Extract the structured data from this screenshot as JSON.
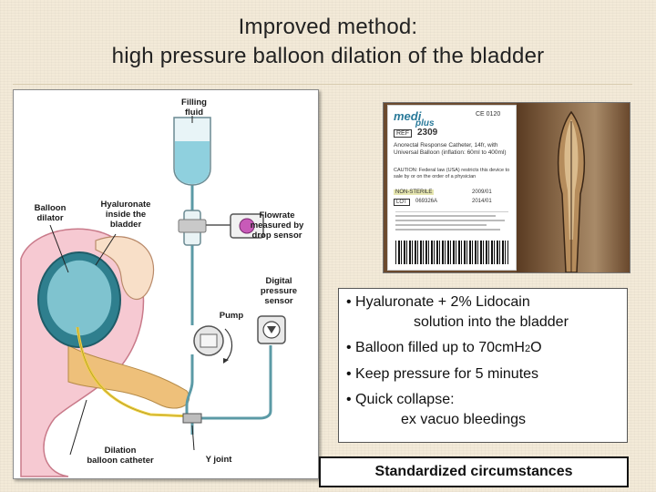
{
  "title": {
    "line1": "Improved method:",
    "line2": "high pressure balloon dilation of the bladder"
  },
  "diagram": {
    "labels": {
      "filling_fluid": "Filling\nfluid",
      "balloon_dilator": "Balloon\ndilator",
      "hyaluronate": "Hyaluronate\ninside the\nbladder",
      "flowrate": "Flowrate\nmeasured by\ndrop sensor",
      "digital_pressure": "Digital\npressure\nsensor",
      "pump": "Pump",
      "dilation_catheter": "Dilation\nballoon catheter",
      "y_joint": "Y joint"
    },
    "colors": {
      "tube": "#5b9aa6",
      "fluid": "#b9e3ec",
      "anatomy_pink": "#f2b9c4",
      "bladder_blue": "#4c9aa8",
      "catheter_yellow": "#f0d040"
    }
  },
  "product_label": {
    "brand_line1": "medi",
    "brand_line2": "plus",
    "ce_mark": "CE 0120",
    "ref_label": "REF",
    "ref_number": "2309",
    "description": "Anorectal Response Catheter, 14fr, with Universal Balloon (inflation: 60ml to 400ml)",
    "caution": "CAUTION: Federal law (USA) restricts this device to sale by or on the order of a physician",
    "non_sterile": "NON-STERILE",
    "lot_label": "LOT",
    "lot_number": "069326A",
    "date1": "2009/01",
    "date2": "2014/01"
  },
  "bullets": {
    "b1_line1": "• Hyaluronate + 2% Lidocain",
    "b1_line2": "solution into the bladder",
    "b2_text": "• Balloon filled up to 70cmH",
    "b2_sub": "2",
    "b2_end": "O",
    "b3": "• Keep pressure for 5 minutes",
    "b4_line1": "• Quick collapse:",
    "b4_line2": "ex vacuo bleedings"
  },
  "footer": "Standardized circumstances"
}
